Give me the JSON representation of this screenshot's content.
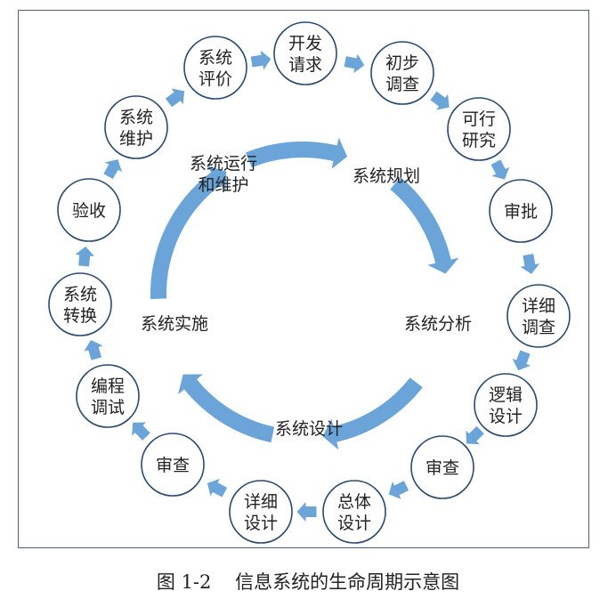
{
  "caption": {
    "figure_number": "图 1-2",
    "title": "信息系统的生命周期示意图"
  },
  "colors": {
    "arrow": "#6aa4d8",
    "circle_stroke": "#2c4a6e",
    "frame": "#4a5f7a",
    "text": "#222222"
  },
  "inner_cycle": {
    "phases": [
      {
        "id": "planning",
        "lines": [
          "系统规划"
        ]
      },
      {
        "id": "analysis",
        "lines": [
          "系统分析"
        ]
      },
      {
        "id": "design",
        "lines": [
          "系统设计"
        ]
      },
      {
        "id": "implementation",
        "lines": [
          "系统实施"
        ]
      },
      {
        "id": "operation",
        "lines": [
          "系统运行",
          "和维护"
        ]
      }
    ],
    "direction": "clockwise"
  },
  "outer_cycle": {
    "steps": [
      {
        "id": "dev-request",
        "lines": [
          "开发",
          "请求"
        ]
      },
      {
        "id": "initial-survey",
        "lines": [
          "初步",
          "调查"
        ]
      },
      {
        "id": "feasibility-study",
        "lines": [
          "可行",
          "研究"
        ]
      },
      {
        "id": "approval",
        "lines": [
          "审批"
        ]
      },
      {
        "id": "detailed-survey",
        "lines": [
          "详细",
          "调查"
        ]
      },
      {
        "id": "logical-design",
        "lines": [
          "逻辑",
          "设计"
        ]
      },
      {
        "id": "review-1",
        "lines": [
          "审查"
        ]
      },
      {
        "id": "general-design",
        "lines": [
          "总体",
          "设计"
        ]
      },
      {
        "id": "detailed-design",
        "lines": [
          "详细",
          "设计"
        ]
      },
      {
        "id": "review-2",
        "lines": [
          "审查"
        ]
      },
      {
        "id": "coding-debugging",
        "lines": [
          "编程",
          "调试"
        ]
      },
      {
        "id": "system-conversion",
        "lines": [
          "系统",
          "转换"
        ]
      },
      {
        "id": "acceptance",
        "lines": [
          "验收"
        ]
      },
      {
        "id": "system-maintenance",
        "lines": [
          "系统",
          "维护"
        ]
      },
      {
        "id": "system-evaluation",
        "lines": [
          "系统",
          "评价"
        ]
      }
    ],
    "direction": "clockwise"
  }
}
